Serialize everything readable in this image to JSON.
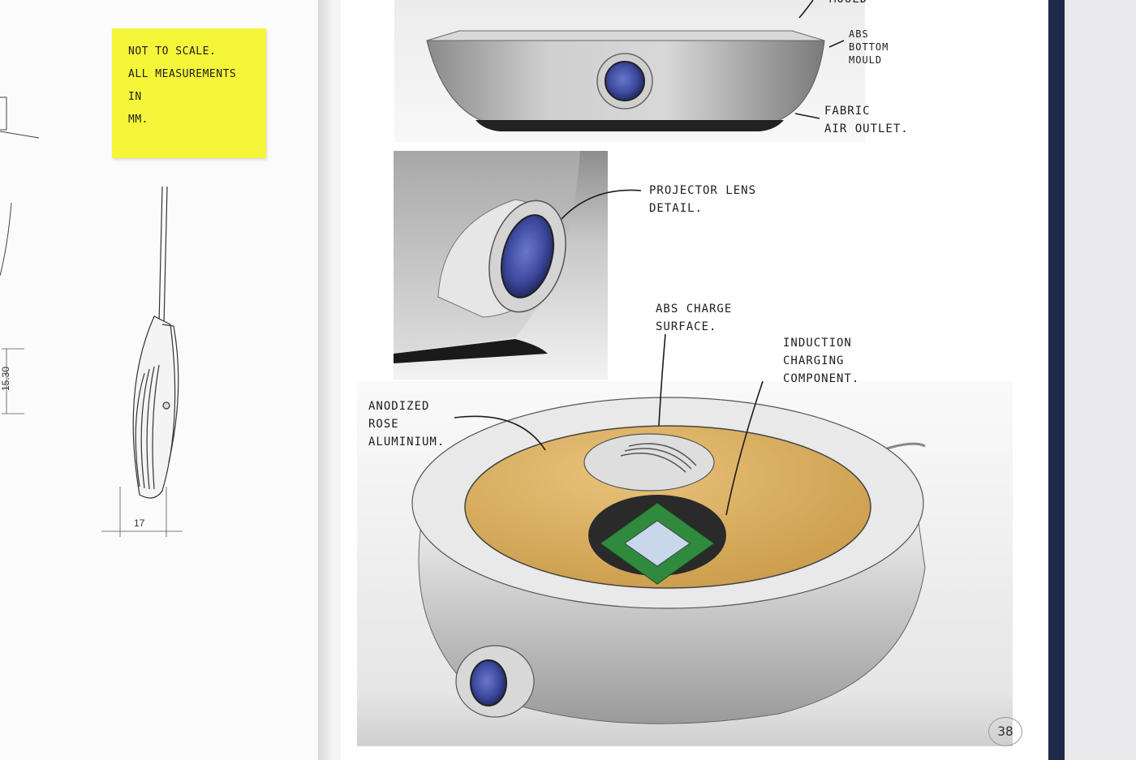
{
  "sticky_note": {
    "text": "Not to scale.\nAll measurements\nin\nmm."
  },
  "technical_drawing": {
    "dimension_height": "15.30",
    "dimension_width": "17"
  },
  "annotations": {
    "top_mould": "mould",
    "abs_bottom": "ABS\nbottom\nmould",
    "fabric_air": "Fabric\nair outlet.",
    "projector_lens": "Projector lens\ndetail.",
    "abs_charge": "ABS charge\nsurface.",
    "induction": "Induction\ncharging\ncomponent.",
    "anodized": "Anodized\nrose\naluminium."
  },
  "page_number": "38",
  "colors": {
    "sticky_yellow": "#f5f53a",
    "rose_aluminium": "#d4ad5e",
    "lens_blue": "#3e4aa0",
    "coil_green": "#2f8a3e",
    "paper": "#ffffff",
    "binder_navy": "#1f2a4a"
  }
}
